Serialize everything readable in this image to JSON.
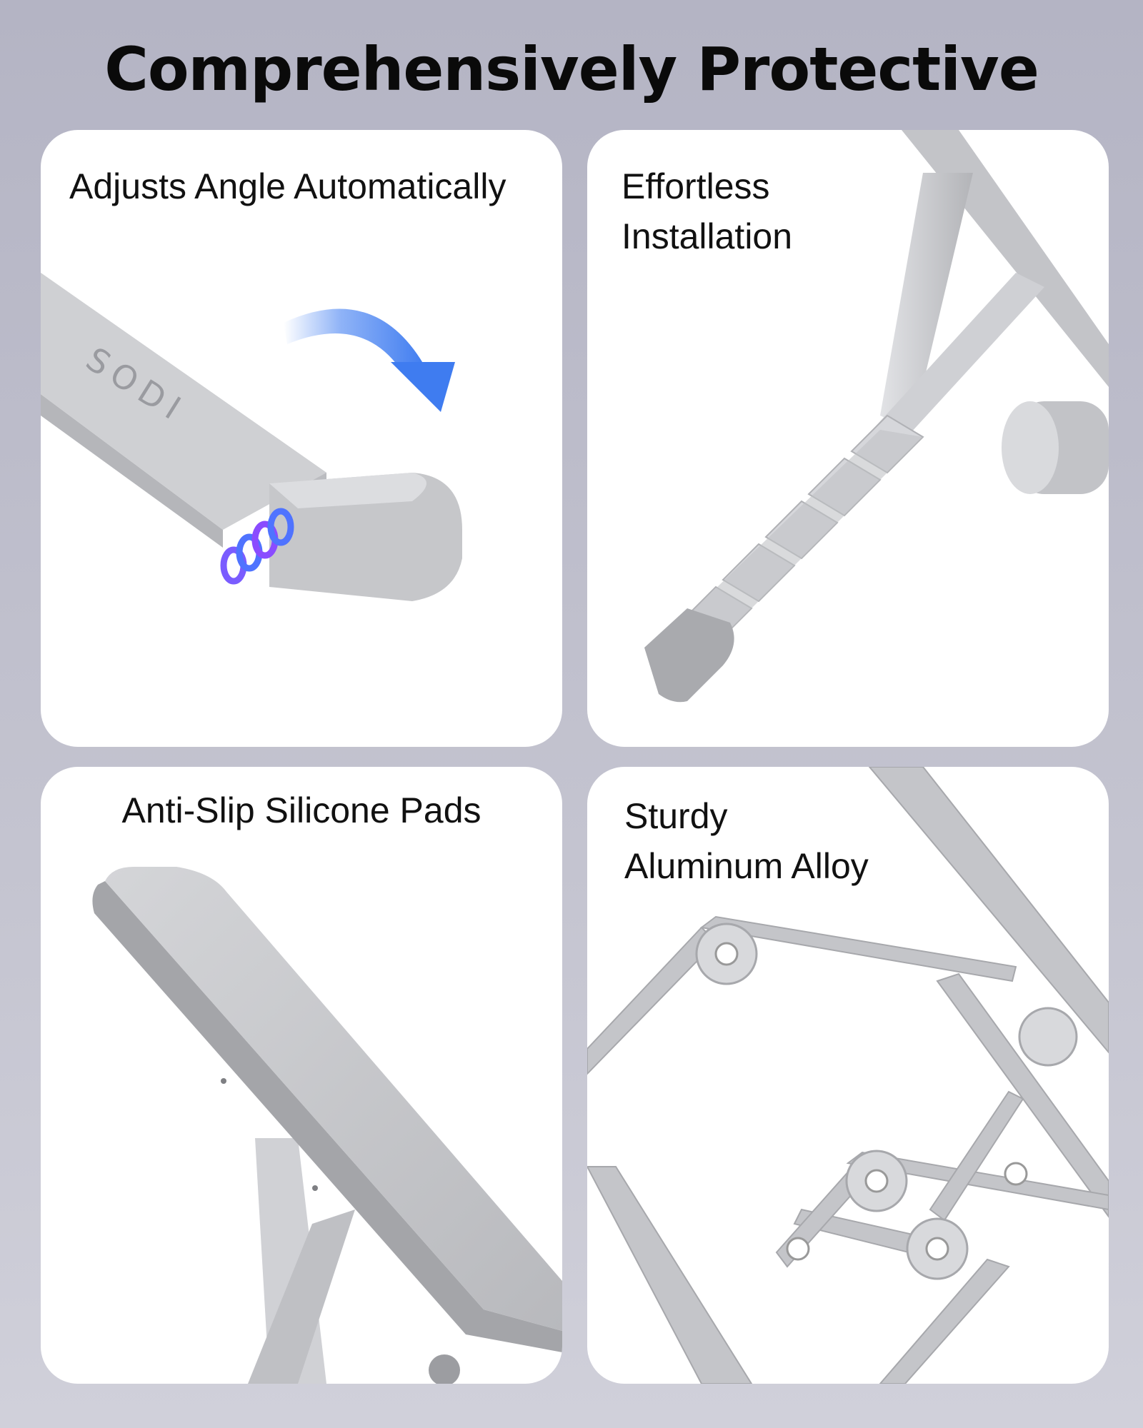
{
  "headline": "Comprehensively Protective",
  "brand_mark": "SODI",
  "panels": [
    {
      "line1": "Adjusts Angle Automatically",
      "line2": ""
    },
    {
      "line1": "Effortless",
      "line2": "Installation"
    },
    {
      "line1": "Anti-Slip Silicone Pads",
      "line2": ""
    },
    {
      "line1": "Sturdy",
      "line2": "Aluminum Alloy"
    }
  ],
  "colors": {
    "background": "#b4b4c4",
    "panel": "#ffffff",
    "aluminum": "#c9cacd",
    "arrow": "#4a84f2",
    "spring": "#6a4cf0"
  }
}
